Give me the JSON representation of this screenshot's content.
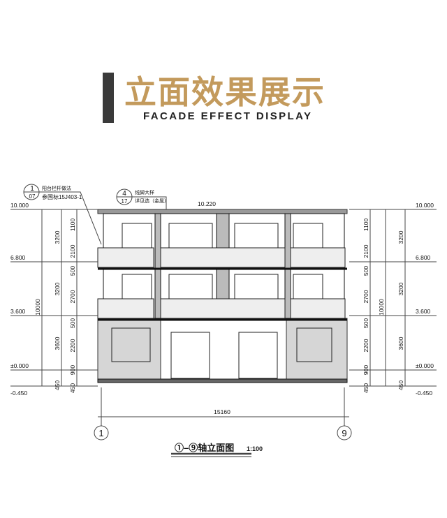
{
  "header": {
    "title": "立面效果展示",
    "subtitle": "FACADE EFFECT DISPLAY"
  },
  "drawing": {
    "callout_1": {
      "num": "1",
      "sheet": "07",
      "line1": "阳台栏杆做法",
      "line2": "参国标15J403-1"
    },
    "callout_2": {
      "num": "4",
      "sheet": "17",
      "line1": "线脚大样",
      "line2": "详见选（金属）"
    },
    "roof_level": "10.220",
    "levels_left": [
      "10.000",
      "6.800",
      "3.600",
      "±0.000",
      "-0.450"
    ],
    "levels_right": [
      "10.000",
      "6.800",
      "3.600",
      "±0.000",
      "-0.450"
    ],
    "dims_total": "10000",
    "dims_floor": [
      "3200",
      "3200",
      "3600",
      "450"
    ],
    "dims_detail": [
      "1100",
      "2100",
      "500",
      "2700",
      "500",
      "2200",
      "900",
      "450"
    ],
    "width_dim": "15160",
    "axis_start": "1",
    "axis_end": "9",
    "caption": "①–⑨轴立面图",
    "scale": "1:100"
  }
}
